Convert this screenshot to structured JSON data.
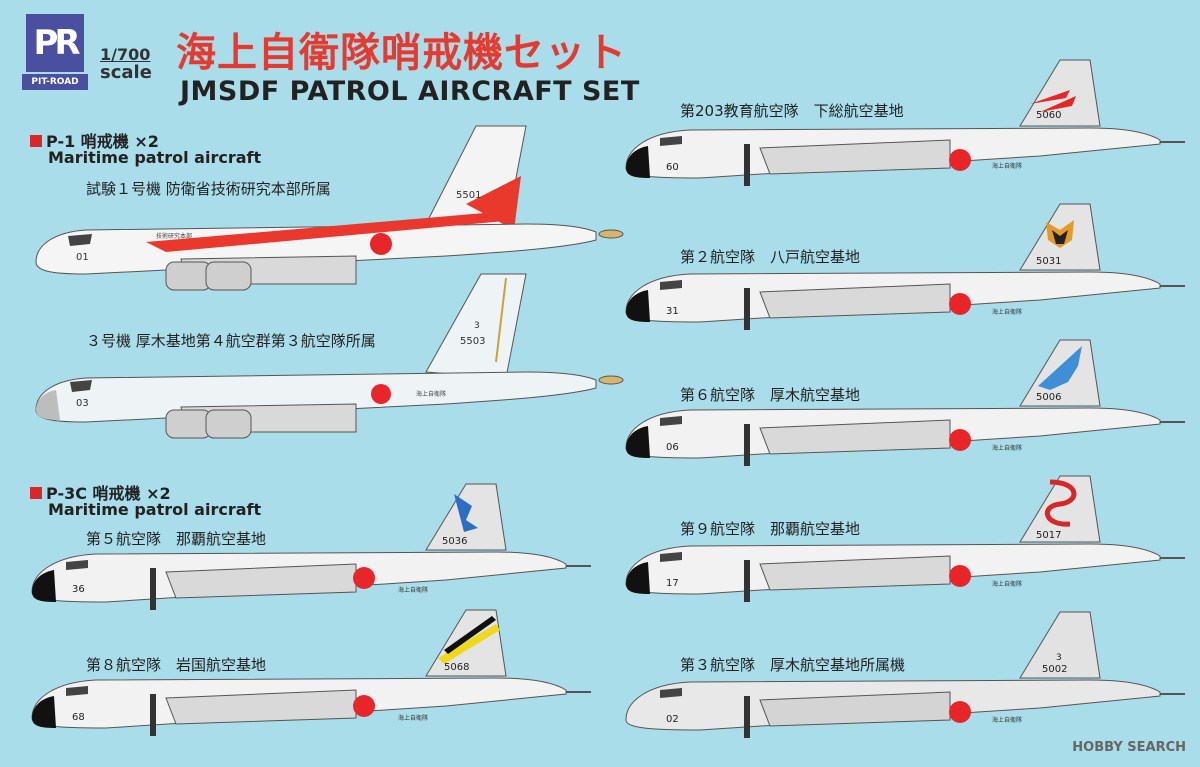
{
  "brand": {
    "logo_letters": "PR",
    "name": "PIT-ROAD"
  },
  "scale": {
    "ratio": "1/700",
    "word": "scale"
  },
  "title": {
    "japanese": "海上自衛隊哨戒機セット",
    "english": "JMSDF PATROL AIRCRAFT SET"
  },
  "sections": [
    {
      "heading": "P-1 哨戒機 ×2",
      "subtitle": "Maritime patrol aircraft"
    },
    {
      "heading": "P-3C 哨戒機 ×2",
      "subtitle": "Maritime patrol aircraft"
    }
  ],
  "aircraft": [
    {
      "caption": "試験１号機  防衛省技術研究本部所属",
      "nose": "01",
      "tail": "5501"
    },
    {
      "caption": "３号機  厚木基地第４航空群第３航空隊所属",
      "nose": "03",
      "tail": "5503",
      "tail_small": "3"
    },
    {
      "caption": "第５航空隊　那覇航空基地",
      "nose": "36",
      "tail": "5036"
    },
    {
      "caption": "第８航空隊　岩国航空基地",
      "nose": "68",
      "tail": "5068"
    },
    {
      "caption": "第203教育航空隊　下総航空基地",
      "nose": "60",
      "tail": "5060"
    },
    {
      "caption": "第２航空隊　八戸航空基地",
      "nose": "31",
      "tail": "5031"
    },
    {
      "caption": "第６航空隊　厚木航空基地",
      "nose": "06",
      "tail": "5006"
    },
    {
      "caption": "第９航空隊　那覇航空基地",
      "nose": "17",
      "tail": "5017"
    },
    {
      "caption": "第３航空隊　厚木航空基地所属機",
      "nose": "02",
      "tail": "5002",
      "tail_small": "3"
    }
  ],
  "markings": {
    "fuselage_text": "海上自衛隊",
    "p1_fuselage_text": "技術研究本部"
  },
  "watermark": "HOBBY SEARCH",
  "colors": {
    "background": "#a9dde9",
    "title_red": "#e53a30",
    "hinomaru": "#e8262a",
    "logo": "#4a4f9f"
  }
}
